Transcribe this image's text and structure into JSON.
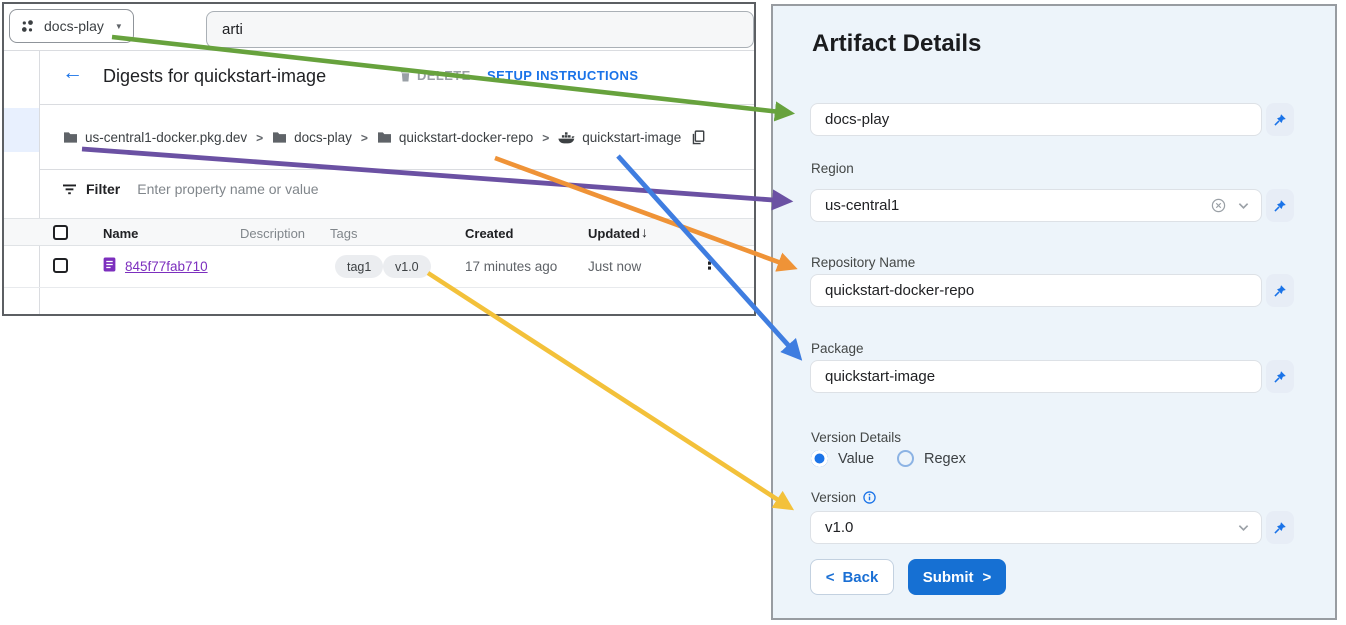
{
  "console": {
    "project_selector": {
      "label": "docs-play"
    },
    "search": {
      "value": "arti"
    },
    "page_header": {
      "title": "Digests for quickstart-image",
      "delete_label": "DELETE",
      "setup_label": "SETUP INSTRUCTIONS"
    },
    "breadcrumb": {
      "items": [
        "us-central1-docker.pkg.dev",
        "docs-play",
        "quickstart-docker-repo",
        "quickstart-image"
      ],
      "separator": ">"
    },
    "filter": {
      "label": "Filter",
      "placeholder": "Enter property name or value"
    },
    "table": {
      "headers": {
        "name": "Name",
        "description": "Description",
        "tags": "Tags",
        "created": "Created",
        "updated": "Updated"
      },
      "sort_arrow": "↓",
      "row": {
        "name": "845f77fab710",
        "tags": [
          "tag1",
          "v1.0"
        ],
        "created": "17 minutes ago",
        "updated": "Just now"
      }
    }
  },
  "panel": {
    "title": "Artifact Details",
    "fields": {
      "project": {
        "value": "docs-play"
      },
      "region": {
        "label": "Region",
        "value": "us-central1"
      },
      "repository": {
        "label": "Repository Name",
        "value": "quickstart-docker-repo"
      },
      "package": {
        "label": "Package",
        "value": "quickstart-image"
      },
      "version_details": {
        "label": "Version Details",
        "options": [
          "Value",
          "Regex"
        ],
        "selected": "Value"
      },
      "version": {
        "label": "Version",
        "value": "v1.0"
      }
    },
    "buttons": {
      "back": "Back",
      "submit": "Submit"
    }
  },
  "glyphs": {
    "back_arrow": "←",
    "dropdown_triangle": "▼",
    "kebab": "⋮",
    "chevron_left": "<",
    "chevron_right": ">"
  },
  "colors": {
    "accent_blue": "#1a73e8",
    "link_purple": "#7c2fbe",
    "arrow_green": "#67a23d",
    "arrow_purple": "#6b51a3",
    "arrow_orange": "#ef9337",
    "arrow_blue": "#3f7de0",
    "arrow_yellow": "#f3c13a",
    "panel_background": "#edf4fa"
  }
}
